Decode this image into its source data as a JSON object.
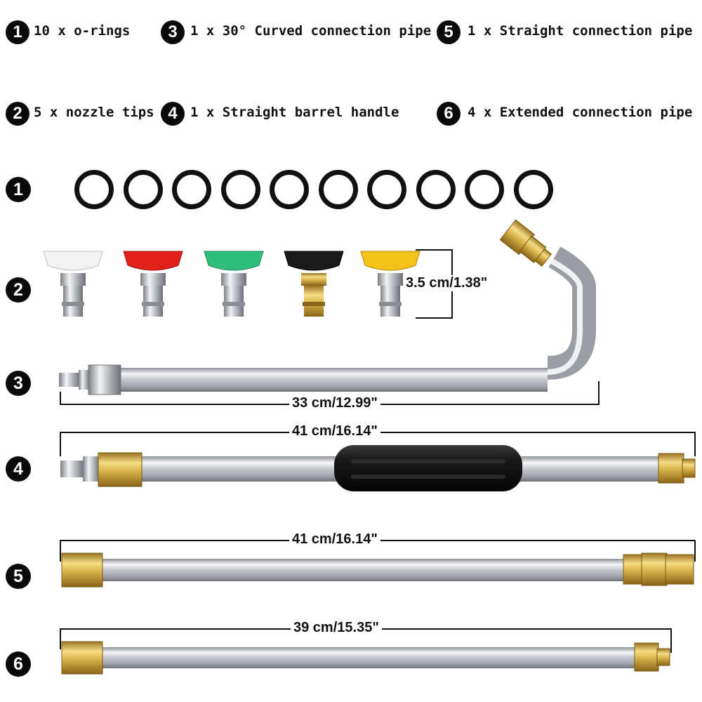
{
  "legend": [
    {
      "num": "1",
      "text": "10 x o-rings"
    },
    {
      "num": "2",
      "text": "5 x nozzle tips"
    },
    {
      "num": "3",
      "text": "1 x 30° Curved connection pipe"
    },
    {
      "num": "4",
      "text": "1 x Straight barrel handle"
    },
    {
      "num": "5",
      "text": "1 x Straight connection pipe"
    },
    {
      "num": "6",
      "text": "4 x Extended connection pipe"
    }
  ],
  "rows": [
    "1",
    "2",
    "3",
    "4",
    "5",
    "6"
  ],
  "o_ring_count": 10,
  "nozzle_colors": [
    "#f2f2f2",
    "#e0201b",
    "#2fbf7a",
    "#1a1a1a",
    "#f4c21a"
  ],
  "dimensions": {
    "nozzle": "3.5 cm/1.38\"",
    "curved_pipe": "33 cm/12.99\"",
    "barrel_handle": "41 cm/16.14\"",
    "straight_pipe": "41 cm/16.14\"",
    "extended_pipe": "39 cm/15.35\""
  },
  "colors": {
    "brass": "#d8b24a",
    "steel": "#c9ccd1",
    "handle": "#141414"
  }
}
